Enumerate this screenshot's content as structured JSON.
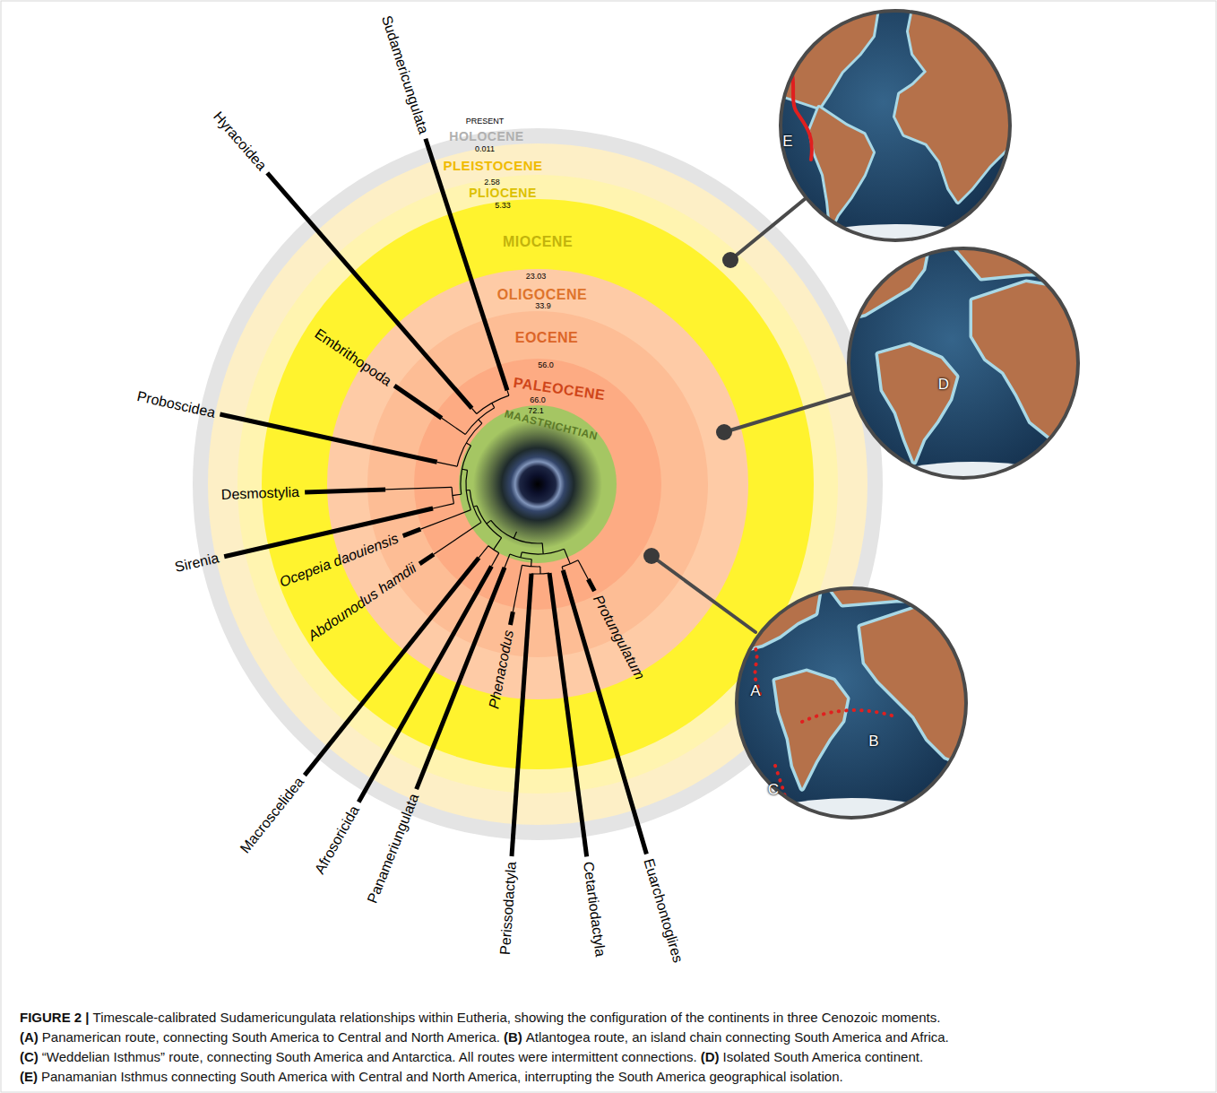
{
  "diagram": {
    "caption": "Timescale-calibrated Sudamericungulata relationships within Eutheria, showing the configuration of the continents in three Cenozoic moments.",
    "labels": [
      "PRESENT",
      "HOLOCENE",
      "0.011",
      "PLEISTOCENE",
      "2.58",
      "PLIOCENE",
      "5.33",
      "MIOCENE",
      "23.03",
      "OLIGOCENE",
      "33.9",
      "EOCENE",
      "56.0",
      "PALEOCENE",
      "66.0",
      "MAASTRICHTIAN",
      "72.1",
      "Sudamericungulata",
      "Hyracoidea",
      "Embrithopoda",
      "Proboscidea",
      "Desmostylia",
      "Sirenia",
      "Ocepeia daouiensis",
      "Abdounodus hamdii",
      "Macroscelidea",
      "Afrosoricida",
      "Panameriungulata",
      "Phenacodus",
      "Perissodactyla",
      "Cetartiodactyla",
      "Euarchontoglires",
      "Protungulatum",
      "E",
      "D",
      "A",
      "B",
      "C",
      "FIGURE 2 |",
      "(A)",
      "Panamerican route, connecting South America to Central and North America.",
      "(B)",
      "Atlantogea route, an island chain connecting South America and Africa.",
      "(C)",
      "“Weddelian Isthmus” route, connecting South America and Antarctica. All routes were intermittent connections.",
      "(D)",
      "Isolated South America continent.",
      "(E)",
      "Panamanian Isthmus connecting South America with Central and North America, interrupting the South America geographical isolation."
    ]
  }
}
